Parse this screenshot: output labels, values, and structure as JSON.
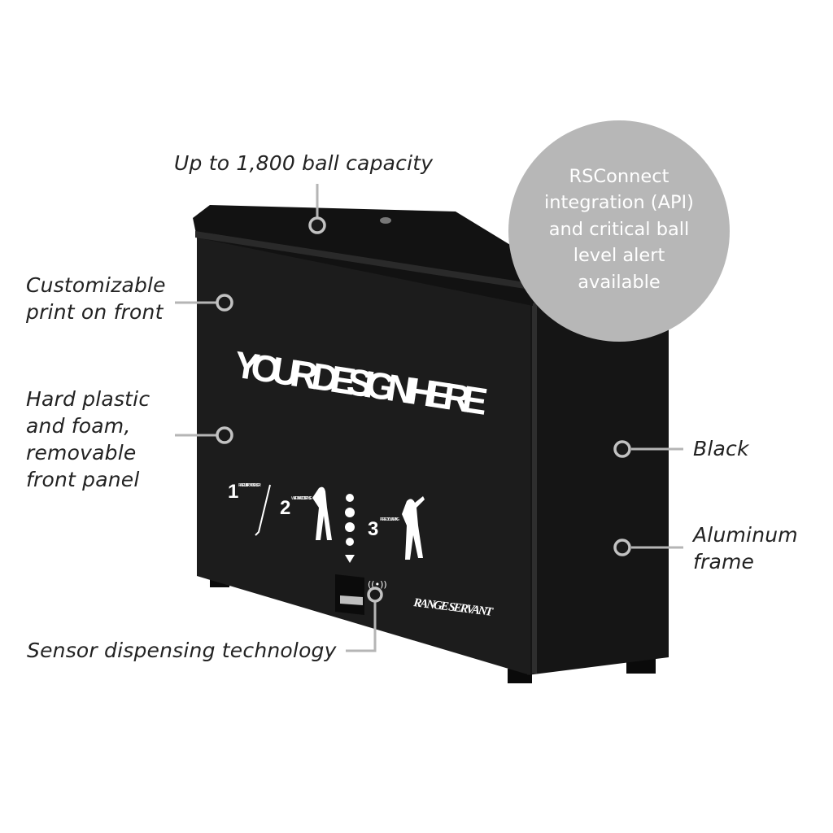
{
  "callouts": {
    "capacity": "Up to 1,800 ball capacity",
    "customizable_line1": "Customizable",
    "customizable_line2": "print on front",
    "panel_line1": "Hard plastic",
    "panel_line2": "and foam,",
    "panel_line3": "removable",
    "panel_line4": "front panel",
    "color": "Black",
    "frame_line1": "Aluminum",
    "frame_line2": "frame",
    "sensor": "Sensor dispensing technology"
  },
  "bubble": {
    "text": "RSConnect\nintegration (API)\nand critical ball\nlevel alert\navailable"
  },
  "device": {
    "design_text": "YOUR DESIGN HERE",
    "step1_number": "1",
    "step1_text": "PLACE CLUB IN FRONT OF SENSOR",
    "step2_number": "2",
    "step2_text": "WAIT FOR BALL TO DISPENSE",
    "step3_number": "3",
    "step3_text": "PERFECT YOUR SWING",
    "brand": "RANGE SERVANT"
  },
  "colors": {
    "device_front": "#1b1b1b",
    "device_side": "#141414",
    "bubble": "#b7b7b7",
    "leader": "#b5b5b5",
    "text": "#222222"
  }
}
